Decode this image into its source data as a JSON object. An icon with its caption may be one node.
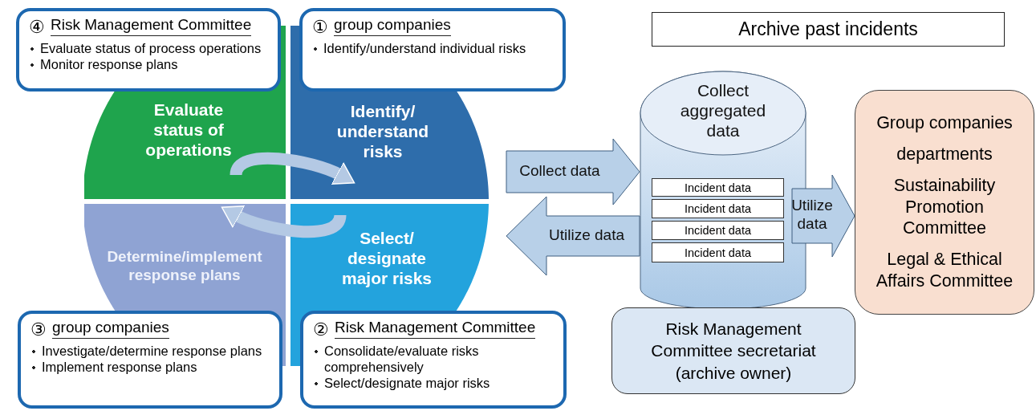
{
  "diagram": {
    "nodes": [
      {
        "text": [
          "Evaluate status of operations"
        ]
      },
      {
        "text": [
          "Identify/ understand risks"
        ]
      },
      {
        "text": [
          "Determine/implement response plans"
        ]
      },
      {
        "text": [
          "Select/ designate major risks"
        ]
      },
      {
        "text": [
          "④",
          "Risk Management Committee",
          "Evaluate status of process operations",
          "Monitor response plans"
        ]
      },
      {
        "text": [
          "①",
          "group companies",
          "Identify/understand individual risks"
        ]
      },
      {
        "text": [
          "③",
          "group companies",
          "Investigate/determine response plans",
          "Implement response plans"
        ]
      },
      {
        "text": [
          "②",
          "Risk Management Committee",
          "Consolidate/evaluate risks comprehensively",
          "Select/designate major risks"
        ]
      },
      {
        "text": [
          "Archive past incidents"
        ]
      },
      {
        "text": [
          "Collect aggregated data"
        ]
      },
      {
        "text": [
          "Incident data"
        ],
        "in": 9
      },
      {
        "text": [
          "Incident data"
        ],
        "in": 9
      },
      {
        "text": [
          "Incident data"
        ],
        "in": 9
      },
      {
        "text": [
          "Incident data"
        ],
        "in": 9
      },
      {
        "text": [
          "Risk Management Committee secretariat (archive owner)"
        ]
      },
      {
        "text": [
          "Group companies",
          "departments",
          "Sustainability Promotion Committee",
          "Legal & Ethical Affairs Committee"
        ]
      }
    ],
    "edges": [
      {
        "from": null,
        "to": 9,
        "arrow": "to",
        "label": "Collect data"
      },
      {
        "from": 9,
        "to": null,
        "arrow": "to",
        "label": "Utilize data"
      },
      {
        "from": 9,
        "to": 15,
        "arrow": "to",
        "label": "Utilize data"
      },
      {
        "from": 0,
        "to": 1,
        "arrow": "to"
      },
      {
        "from": 3,
        "to": 2,
        "arrow": "to"
      }
    ]
  }
}
